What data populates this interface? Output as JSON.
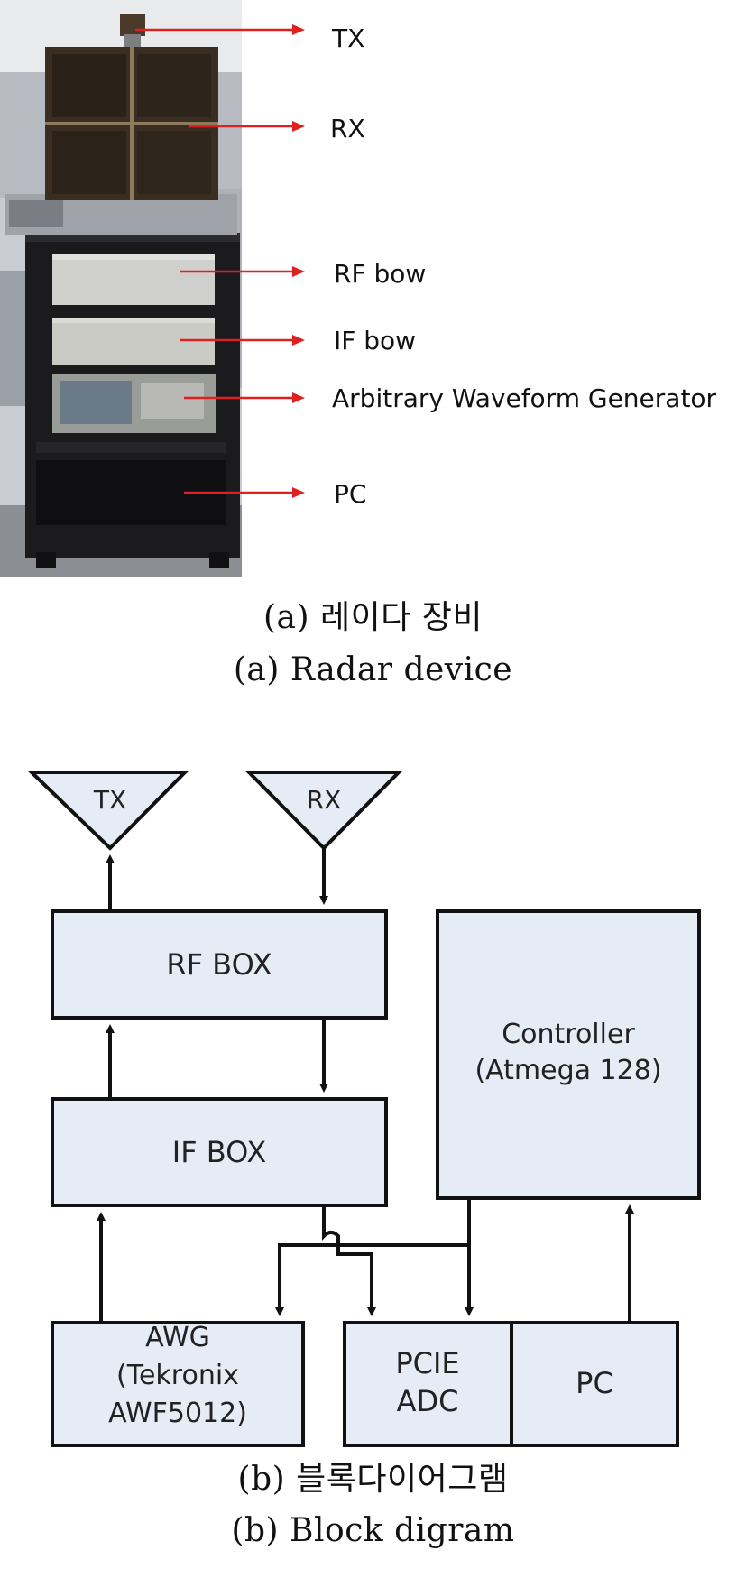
{
  "photo": {
    "labels": {
      "tx": "TX",
      "rx": "RX",
      "rf": "RF bow",
      "if": "IF bow",
      "awg": "Arbitrary Waveform Generator",
      "pc": "PC"
    }
  },
  "captions": {
    "a_korean": "(a) 레이다 장비",
    "a_english": "(a) Radar device",
    "b_korean": "(b) 블록다이어그램",
    "b_english": "(b) Block digram"
  },
  "diagram": {
    "tx": "TX",
    "rx": "RX",
    "rf_box": "RF BOX",
    "if_box": "IF BOX",
    "controller_line1": "Controller",
    "controller_line2": "(Atmega 128)",
    "awg_line1": "AWG",
    "awg_line2": "(Tekronix",
    "awg_line3": "AWF5012)",
    "pcie_line1": "PCIE",
    "pcie_line2": "ADC",
    "pc": "PC"
  },
  "colors": {
    "arrow_red": "#e02020",
    "box_fill": "#e6ecf6",
    "box_stroke": "#111111"
  }
}
